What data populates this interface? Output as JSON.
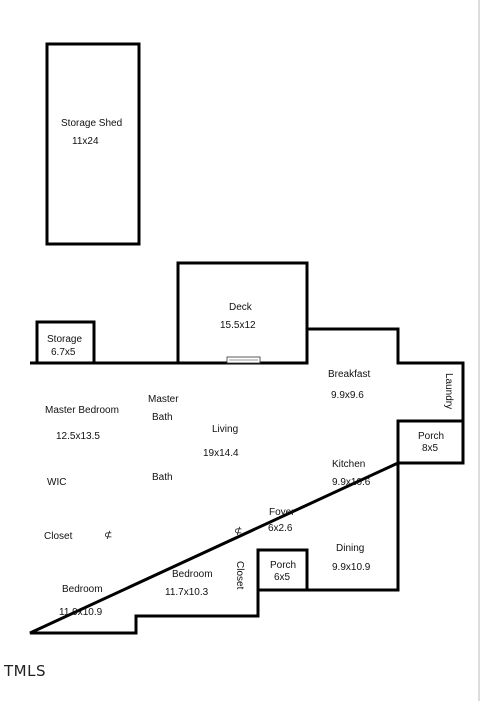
{
  "rooms": {
    "storage_shed": {
      "name": "Storage Shed",
      "dims": "11x24"
    },
    "storage": {
      "name": "Storage",
      "dims": "6.7x5"
    },
    "deck": {
      "name": "Deck",
      "dims": "15.5x12"
    },
    "breakfast": {
      "name": "Breakfast",
      "dims": "9.9x9.6"
    },
    "laundry": {
      "name": "Laundry"
    },
    "porch_back": {
      "name": "Porch",
      "dims": "8x5"
    },
    "master_bedroom": {
      "name": "Master Bedroom",
      "dims": "12.5x13.5"
    },
    "master_bath": {
      "line1": "Master",
      "line2": "Bath"
    },
    "living": {
      "name": "Living",
      "dims": "19x14.4"
    },
    "kitchen": {
      "name": "Kitchen",
      "dims": "9.9x10.6"
    },
    "wic": {
      "name": "WIC"
    },
    "bath": {
      "name": "Bath"
    },
    "foyer": {
      "name": "Foyer",
      "dims": "6x2.6"
    },
    "closet_left": {
      "name": "Closet"
    },
    "closet_mid": {
      "name": "Closet"
    },
    "dining": {
      "name": "Dining",
      "dims": "9.9x10.9"
    },
    "porch_front": {
      "name": "Porch",
      "dims": "6x5"
    },
    "bedroom_left": {
      "name": "Bedroom",
      "dims": "11.9x10.9"
    },
    "bedroom_mid": {
      "name": "Bedroom",
      "dims": "11.7x10.3"
    }
  },
  "logo": {
    "text": "TMLS"
  }
}
